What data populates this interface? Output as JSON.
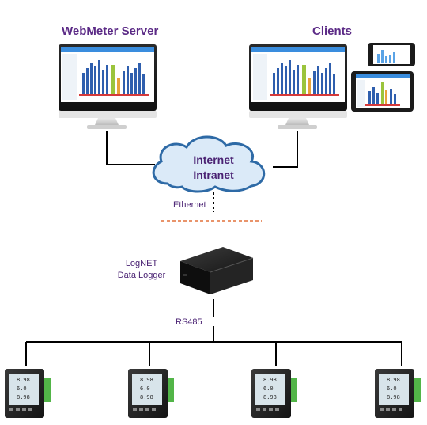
{
  "labels": {
    "server_title": "WebMeter Server",
    "clients_title": "Clients",
    "cloud_line1": "Internet",
    "cloud_line2": "Intranet",
    "ethernet": "Ethernet",
    "logger_line1": "LogNET",
    "logger_line2": "Data Logger",
    "bus": "RS485"
  },
  "colors": {
    "accent_text": "#5b2a86",
    "cloud_fill": "#dbeaf8",
    "cloud_stroke": "#2e6aa6",
    "dashed_divider": "#e2703a",
    "line": "#000000"
  },
  "icons": {
    "server": "monitor-icon",
    "client_desktop": "monitor-icon",
    "client_phone": "smartphone-icon",
    "client_tablet": "tablet-icon",
    "network": "cloud-icon",
    "logger": "data-logger-box-icon",
    "meter": "power-meter-icon"
  }
}
